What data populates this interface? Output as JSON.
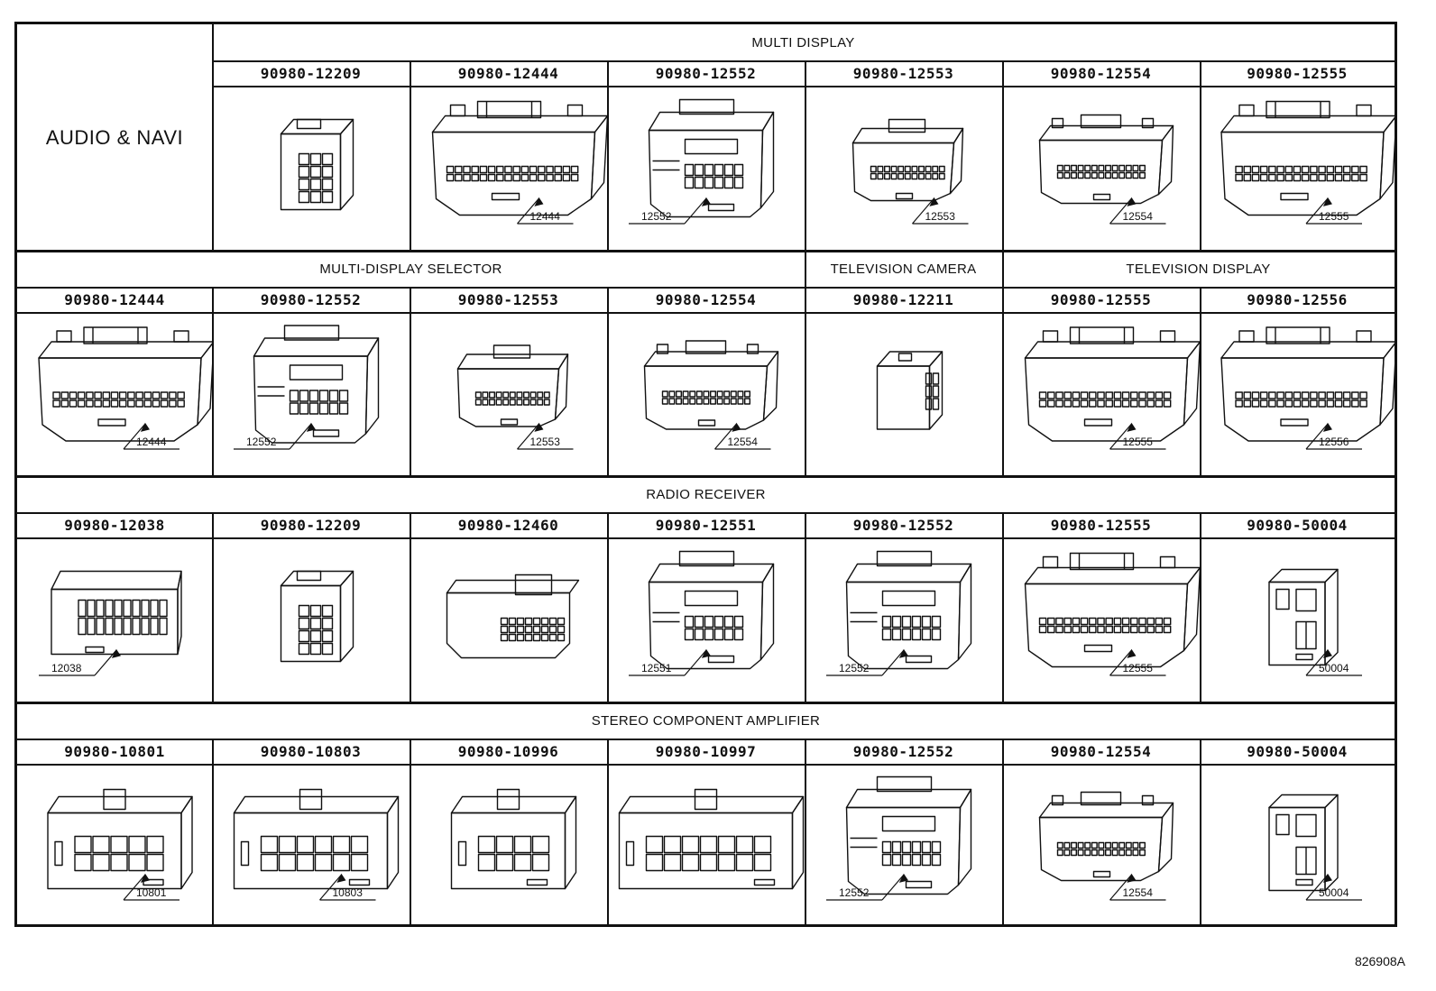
{
  "left_title": "AUDIO & NAVI",
  "reference_code": "826908A",
  "sections": [
    {
      "groups": [
        {
          "title": "MULTI DISPLAY",
          "start": 1,
          "span": 6
        }
      ],
      "parts": [
        {
          "col": 1,
          "part": "90980-12209",
          "callout": "",
          "shape": "small12"
        },
        {
          "col": 2,
          "part": "90980-12444",
          "callout": "12444",
          "shape": "wide40"
        },
        {
          "col": 3,
          "part": "90980-12552",
          "callout": "12552",
          "shape": "box24"
        },
        {
          "col": 4,
          "part": "90980-12553",
          "callout": "12553",
          "shape": "mini28"
        },
        {
          "col": 5,
          "part": "90980-12554",
          "callout": "12554",
          "shape": "mid32"
        },
        {
          "col": 6,
          "part": "90980-12555",
          "callout": "12555",
          "shape": "wide40"
        }
      ]
    },
    {
      "groups": [
        {
          "title": "MULTI-DISPLAY SELECTOR",
          "start": 0,
          "span": 4
        },
        {
          "title": "TELEVISION CAMERA",
          "start": 4,
          "span": 1
        },
        {
          "title": "TELEVISION DISPLAY",
          "start": 5,
          "span": 2
        }
      ],
      "parts": [
        {
          "col": 0,
          "part": "90980-12444",
          "callout": "12444",
          "shape": "wide40"
        },
        {
          "col": 1,
          "part": "90980-12552",
          "callout": "12552",
          "shape": "box24"
        },
        {
          "col": 2,
          "part": "90980-12553",
          "callout": "12553",
          "shape": "mini28"
        },
        {
          "col": 3,
          "part": "90980-12554",
          "callout": "12554",
          "shape": "mid32"
        },
        {
          "col": 4,
          "part": "90980-12211",
          "callout": "",
          "shape": "small6"
        },
        {
          "col": 5,
          "part": "90980-12555",
          "callout": "12555",
          "shape": "wide40"
        },
        {
          "col": 6,
          "part": "90980-12556",
          "callout": "12556",
          "shape": "wide40"
        }
      ]
    },
    {
      "groups": [
        {
          "title": "RADIO RECEIVER",
          "start": 0,
          "span": 7
        }
      ],
      "parts": [
        {
          "col": 0,
          "part": "90980-12038",
          "callout": "12038",
          "shape": "flat20"
        },
        {
          "col": 1,
          "part": "90980-12209",
          "callout": "",
          "shape": "small12"
        },
        {
          "col": 2,
          "part": "90980-12460",
          "callout": "",
          "shape": "round24"
        },
        {
          "col": 3,
          "part": "90980-12551",
          "callout": "12551",
          "shape": "box24"
        },
        {
          "col": 4,
          "part": "90980-12552",
          "callout": "12552",
          "shape": "box24"
        },
        {
          "col": 5,
          "part": "90980-12555",
          "callout": "12555",
          "shape": "wide40"
        },
        {
          "col": 6,
          "part": "90980-50004",
          "callout": "50004",
          "shape": "tall8"
        }
      ]
    },
    {
      "groups": [
        {
          "title": "STEREO COMPONENT AMPLIFIER",
          "start": 0,
          "span": 7
        }
      ],
      "parts": [
        {
          "col": 0,
          "part": "90980-10801",
          "callout": "10801",
          "shape": "amp10"
        },
        {
          "col": 1,
          "part": "90980-10803",
          "callout": "10803",
          "shape": "amp12"
        },
        {
          "col": 2,
          "part": "90980-10996",
          "callout": "",
          "shape": "amp8"
        },
        {
          "col": 3,
          "part": "90980-10997",
          "callout": "",
          "shape": "amp16"
        },
        {
          "col": 4,
          "part": "90980-12552",
          "callout": "12552",
          "shape": "box24"
        },
        {
          "col": 5,
          "part": "90980-12554",
          "callout": "12554",
          "shape": "mid32"
        },
        {
          "col": 6,
          "part": "90980-50004",
          "callout": "50004",
          "shape": "tall8"
        }
      ]
    }
  ]
}
